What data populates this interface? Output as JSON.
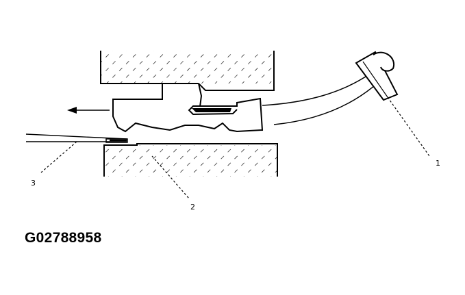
{
  "figure": {
    "code": "G02788958",
    "callouts": [
      {
        "id": "1",
        "label": "1"
      },
      {
        "id": "2",
        "label": "2"
      },
      {
        "id": "3",
        "label": "3"
      }
    ],
    "colors": {
      "ink": "#000000",
      "background": "#ffffff"
    }
  }
}
